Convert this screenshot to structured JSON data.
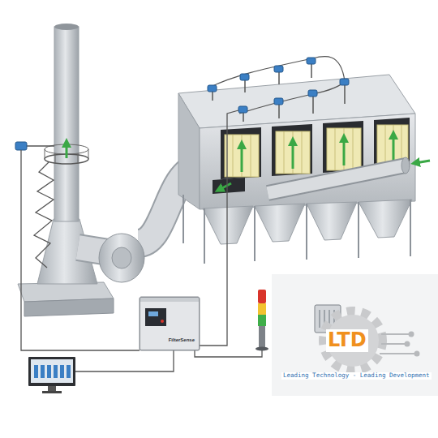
{
  "diagram": {
    "nodes": [
      {
        "text": [
          "FilterSense"
        ]
      }
    ],
    "labels": [
      "LTD",
      "Leading Technology - Leading Development"
    ]
  }
}
